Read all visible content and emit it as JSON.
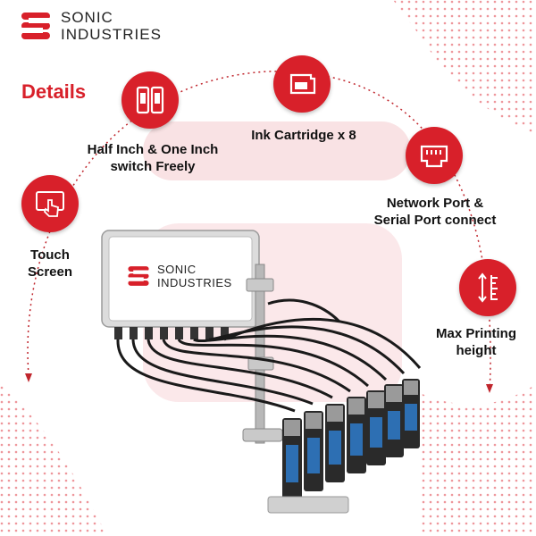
{
  "brand": {
    "name_line1": "SONIC",
    "name_line2": "INDUSTRIES",
    "color": "#d8202a"
  },
  "heading": "Details",
  "features": [
    {
      "id": "half-inch-switch",
      "icon": "cartridge-pair-icon",
      "lines": [
        "Half Inch & One Inch",
        "switch Freely"
      ]
    },
    {
      "id": "ink-cartridge",
      "icon": "ink-cartridge-icon",
      "lines": [
        "Ink Cartridge x 8"
      ]
    },
    {
      "id": "network-port",
      "icon": "ethernet-port-icon",
      "lines": [
        "Network Port &",
        "Serial Port connect"
      ]
    },
    {
      "id": "touch-screen",
      "icon": "touch-screen-icon",
      "lines": [
        "Touch",
        "Screen"
      ]
    },
    {
      "id": "max-printing-height",
      "icon": "height-ruler-icon",
      "lines": [
        "Max Printing",
        "height"
      ]
    }
  ],
  "device_screen": {
    "name_line1": "SONIC",
    "name_line2": "INDUSTRIES"
  }
}
